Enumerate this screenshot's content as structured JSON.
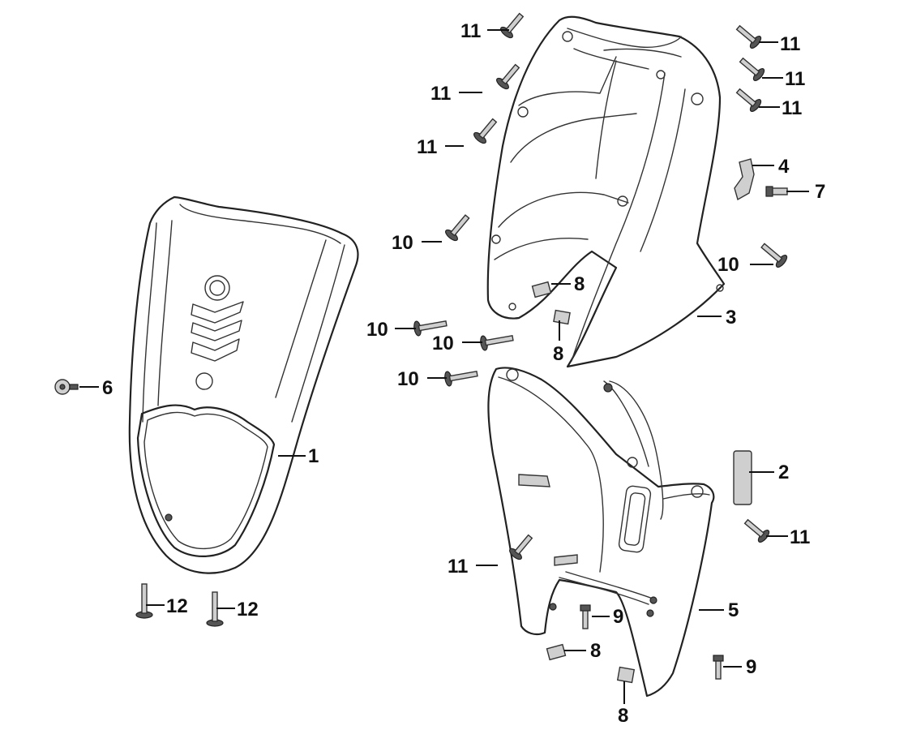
{
  "callouts": {
    "c1": "1",
    "c2": "2",
    "c3": "3",
    "c4": "4",
    "c5": "5",
    "c6": "6",
    "c7": "7",
    "c8a": "8",
    "c8b": "8",
    "c8c": "8",
    "c8d": "8",
    "c9a": "9",
    "c9b": "9",
    "c10a": "10",
    "c10b": "10",
    "c10c": "10",
    "c10d": "10",
    "c10e": "10",
    "c11a": "11",
    "c11b": "11",
    "c11c": "11",
    "c11d": "11",
    "c11e": "11",
    "c11f": "11",
    "c11g": "11",
    "c11h": "11",
    "c12a": "12",
    "c12b": "12"
  }
}
